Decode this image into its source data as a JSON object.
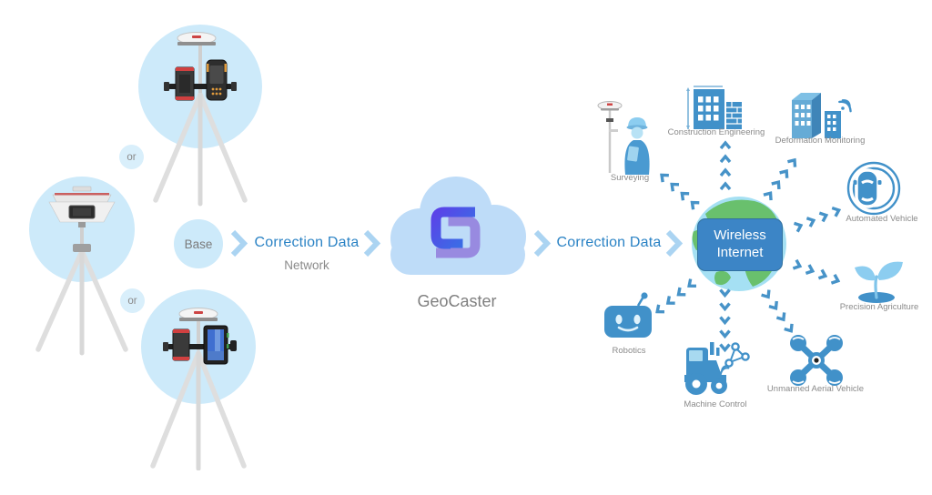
{
  "base_station": {
    "or_label_1": "or",
    "or_label_2": "or",
    "base_label": "Base"
  },
  "flow": {
    "correction_data_left": "Correction Data",
    "network_label": "Network",
    "geocaster_label": "GeoCaster",
    "correction_data_right": "Correction Data"
  },
  "hub": {
    "line1": "Wireless",
    "line2": "Internet"
  },
  "applications": [
    {
      "id": "surveying",
      "label": "Surveying"
    },
    {
      "id": "construction-engineering",
      "label": "Construction Engineering"
    },
    {
      "id": "deformation-monitoring",
      "label": "Deformation Monitoring"
    },
    {
      "id": "automated-vehicle",
      "label": "Automated Vehicle"
    },
    {
      "id": "precision-agriculture",
      "label": "Precision Agriculture"
    },
    {
      "id": "unmanned-aerial-vehicle",
      "label": "Unmanned Aerial Vehicle"
    },
    {
      "id": "machine-control",
      "label": "Machine Control"
    },
    {
      "id": "robotics",
      "label": "Robotics"
    }
  ],
  "colors": {
    "accent_blue": "#2b83c5",
    "icon_blue": "#4191c9",
    "icon_blue_light": "#8ccdf0",
    "station_circle": "#cdeafa",
    "chevron_large": "#abd4f2",
    "chevron_small": "#4793c8",
    "cloud": "#bedcf8",
    "globe_ocean": "#a5e0f3",
    "globe_land": "#69c06d",
    "badge_blue": "#3c85c6",
    "label_gray": "#8a8a8a",
    "logo_blue_start": "#5a43e8",
    "logo_blue_end": "#2d7ee4",
    "logo_purple": "#988ae0"
  }
}
